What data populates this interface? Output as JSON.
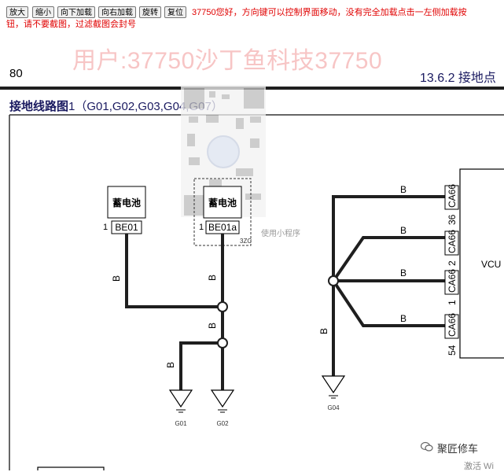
{
  "toolbar": {
    "buttons": [
      "放大",
      "缩小",
      "向下加载",
      "向右加载",
      "旋转",
      "复位"
    ],
    "notice_line1": "37750您好，方向键可以控制界面移动，没有完全加载点击一左侧加载按",
    "notice_line2": "钮，请不要截图，过滤截图会封号"
  },
  "watermark": "用户:37750沙丁鱼科技37750",
  "page": {
    "number": "80",
    "section_title": "13.6.2 接地点",
    "diagram_title_bold": "接地线路图",
    "diagram_title_rest": "1（G01,G02,G03,G04,G07）"
  },
  "qr": {
    "caption": "使用小程序"
  },
  "diagram": {
    "battery1": {
      "name": "蓄电池",
      "pin": "1",
      "connector": "BE01"
    },
    "battery2": {
      "name": "蓄电池",
      "pin": "1",
      "connector": "BE01a",
      "tag": "3ZC"
    },
    "wire_color": "B",
    "grounds": [
      "G01",
      "G02",
      "G04"
    ],
    "vcu": {
      "name": "VCU",
      "connectors": [
        {
          "pin": "36",
          "connector": "CA66"
        },
        {
          "pin": "2",
          "connector": "CA66"
        },
        {
          "pin": "1",
          "connector": "CA66"
        },
        {
          "pin": "54",
          "connector": "CA66"
        }
      ]
    }
  },
  "brand": {
    "name": "聚匠修车",
    "sub": "激活 Wi"
  },
  "colors": {
    "notice": "#e00000",
    "title": "#1a1a60",
    "wire": "#1f1f1f"
  }
}
